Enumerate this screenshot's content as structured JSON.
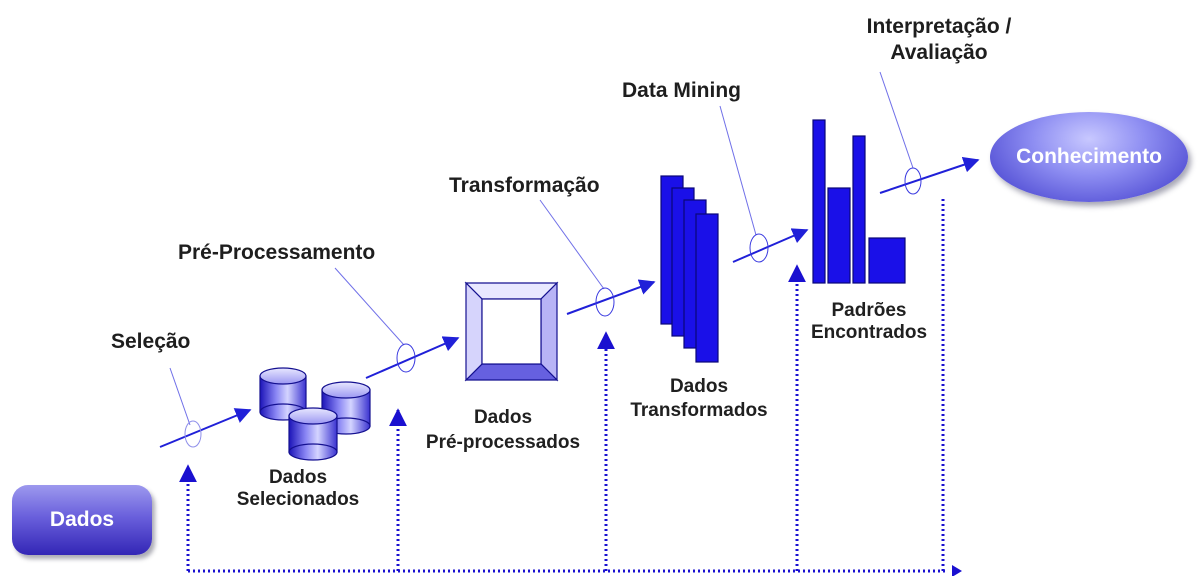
{
  "input_label": "Dados",
  "output_label": "Conhecimento",
  "steps": {
    "selecao": "Seleção",
    "preprocessamento": "Pré-Processamento",
    "transformacao": "Transformação",
    "datamining": "Data Mining",
    "interpretacao": [
      "Interpretação /",
      "Avaliação"
    ]
  },
  "stages": {
    "selecionados": [
      "Dados",
      "Selecionados"
    ],
    "preprocessados": [
      "Dados",
      "Pré-processados"
    ],
    "transformados": [
      "Dados",
      "Transformados"
    ],
    "padroes": [
      "Padrões",
      "Encontrados"
    ]
  },
  "colors": {
    "primary": "#1a10e8",
    "arrow": "#2020d8",
    "feedback": "#1a10d0",
    "pointer": "#7070e8"
  }
}
